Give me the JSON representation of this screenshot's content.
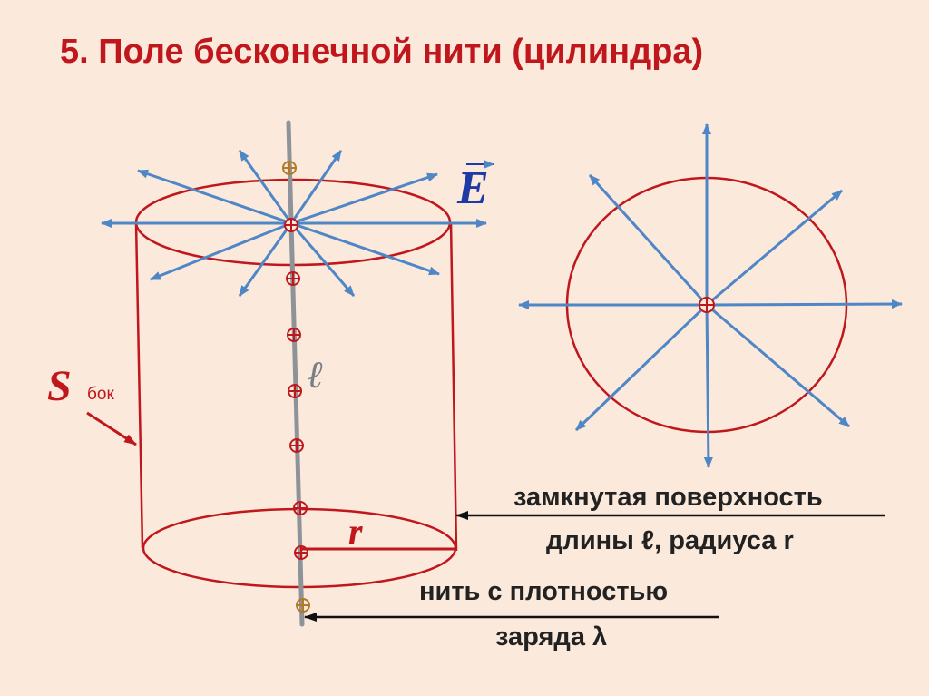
{
  "title": "5. Поле бесконечной нити (цилиндра)",
  "labels": {
    "field": "E",
    "surface_symbol": "S",
    "surface_subscript": "бок",
    "length_symbol": "ℓ",
    "radius_symbol": "r"
  },
  "notes": {
    "closed_surface_line1": "замкнутая поверхность",
    "closed_surface_line2": "длины ℓ, радиуса r",
    "thread_line1": "нить с плотностью",
    "thread_line2": "заряда λ"
  },
  "charge_symbol": "⊕",
  "colors": {
    "background": "#fbe9dc",
    "title": "#c0171c",
    "cylinder": "#c0171c",
    "field_arrows": "#4f86c6",
    "thread": "#8e9399",
    "field_label": "#1f3aa6",
    "charge_outer": "#b07a2a"
  }
}
